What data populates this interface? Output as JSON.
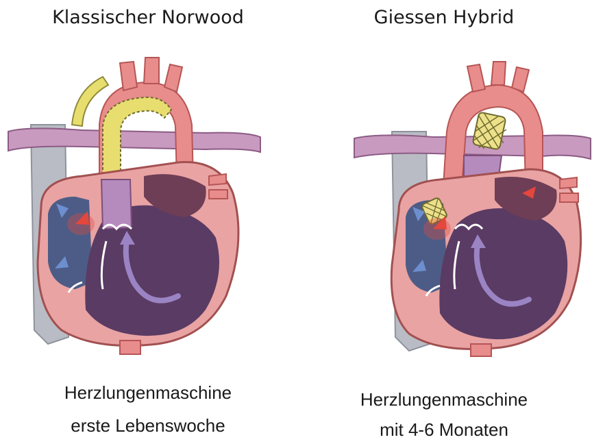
{
  "left_panel": {
    "title": "Klassischer Norwood",
    "caption_line1": "Herzlungenmaschine",
    "caption_line2": "erste Lebenswoche"
  },
  "right_panel": {
    "title": "Giessen Hybrid",
    "caption_line1": "Herzlungenmaschine",
    "caption_line2": "mit 4-6 Monaten"
  },
  "colors": {
    "heart_wall": "#e9a3a3",
    "heart_inner": "#5a3b63",
    "right_atrium": "#4d5c86",
    "vena_cava": "#b9bcc4",
    "pulmonary_artery": "#b57fa8",
    "graft": "#e8de6f",
    "oxygenated_arrow": "#e4473c",
    "deoxygenated_arrow": "#6d8fd0",
    "flow_arrow": "#9b84c4"
  }
}
